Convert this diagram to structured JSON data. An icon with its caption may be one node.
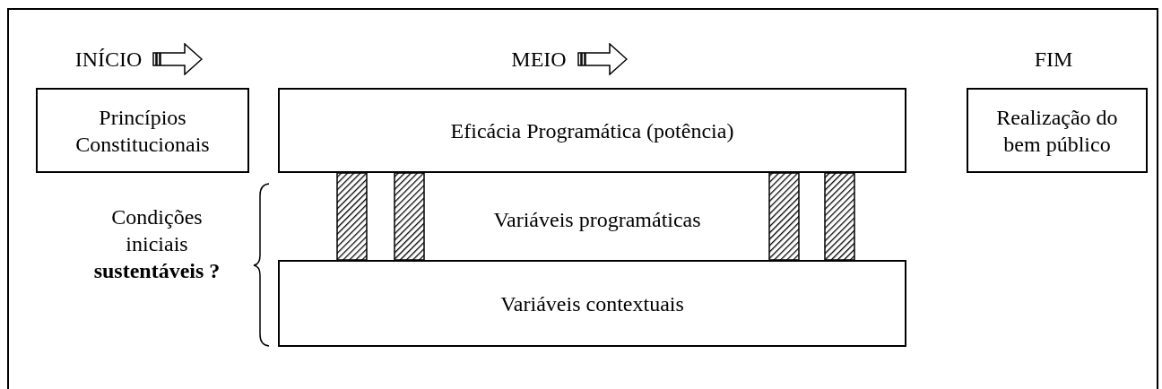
{
  "diagram": {
    "nodes": [
      {
        "text": [
          "Princípios Constitucionais"
        ]
      },
      {
        "text": [
          "Eficácia Programática (potência)"
        ]
      },
      {
        "text": [
          "Realização do bem público"
        ]
      },
      {
        "text": [
          "Variáveis contextuais"
        ]
      },
      {
        "text": [],
        "shape": "bar"
      },
      {
        "text": [],
        "shape": "bar"
      },
      {
        "text": [],
        "shape": "bar"
      },
      {
        "text": [],
        "shape": "bar"
      }
    ],
    "labels": [
      "INÍCIO",
      "MEIO",
      "FIM",
      "Variáveis programáticas",
      "Condições iniciais **sustentáveis ?**"
    ]
  }
}
